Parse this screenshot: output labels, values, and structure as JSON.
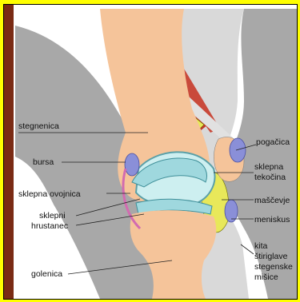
{
  "labels": {
    "stegnenica": "stegnenica",
    "bursa": "bursa",
    "sklepna_ovojnica": "sklepna ovojnica",
    "sklepni": "sklepni",
    "hrustanec": "hrustanec",
    "golenica": "golenica",
    "pogacica": "pogačica",
    "sklepna": "sklepna",
    "tekocina": "tekočina",
    "mascevje": "maščevje",
    "meniskus": "meniskus",
    "kita": "kita",
    "stiriglave": "štiriglave",
    "stegenske": "stegenske",
    "misice": "mišice"
  },
  "colors": {
    "frame": "#ffff00",
    "leg_grey": "#a8a8a8",
    "bone": "#f5c49a",
    "cartilage": "#9fd8de",
    "fat": "#e8e85a",
    "muscle": "#c0392b",
    "bursa": "#8a8fd8"
  }
}
